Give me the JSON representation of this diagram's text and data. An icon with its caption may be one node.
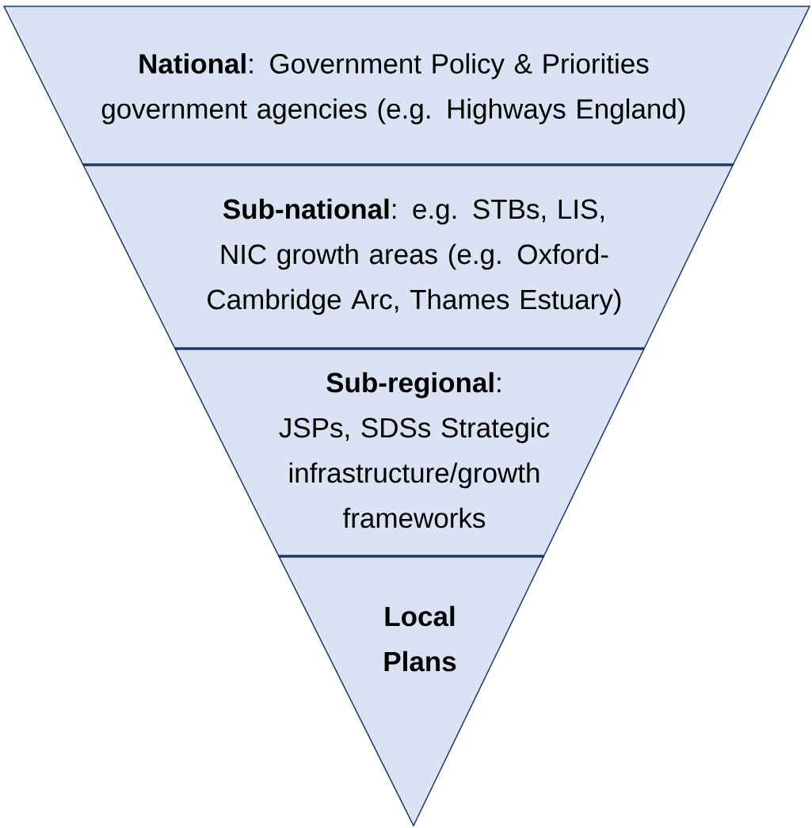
{
  "diagram": {
    "nodes": [
      {
        "text": [
          "**National**: Government Policy & Priorities government agencies (e.g. Highways England)"
        ]
      },
      {
        "text": [
          "**Sub-national**: e.g. STBs, LIS, NIC growth areas (e.g. Oxford-Cambridge Arc, Thames Estuary)"
        ]
      },
      {
        "text": [
          "**Sub-regional**:",
          "JSPs, SDSs Strategic infrastructure/growth frameworks"
        ]
      },
      {
        "text": [
          "Local Plans"
        ]
      }
    ]
  }
}
